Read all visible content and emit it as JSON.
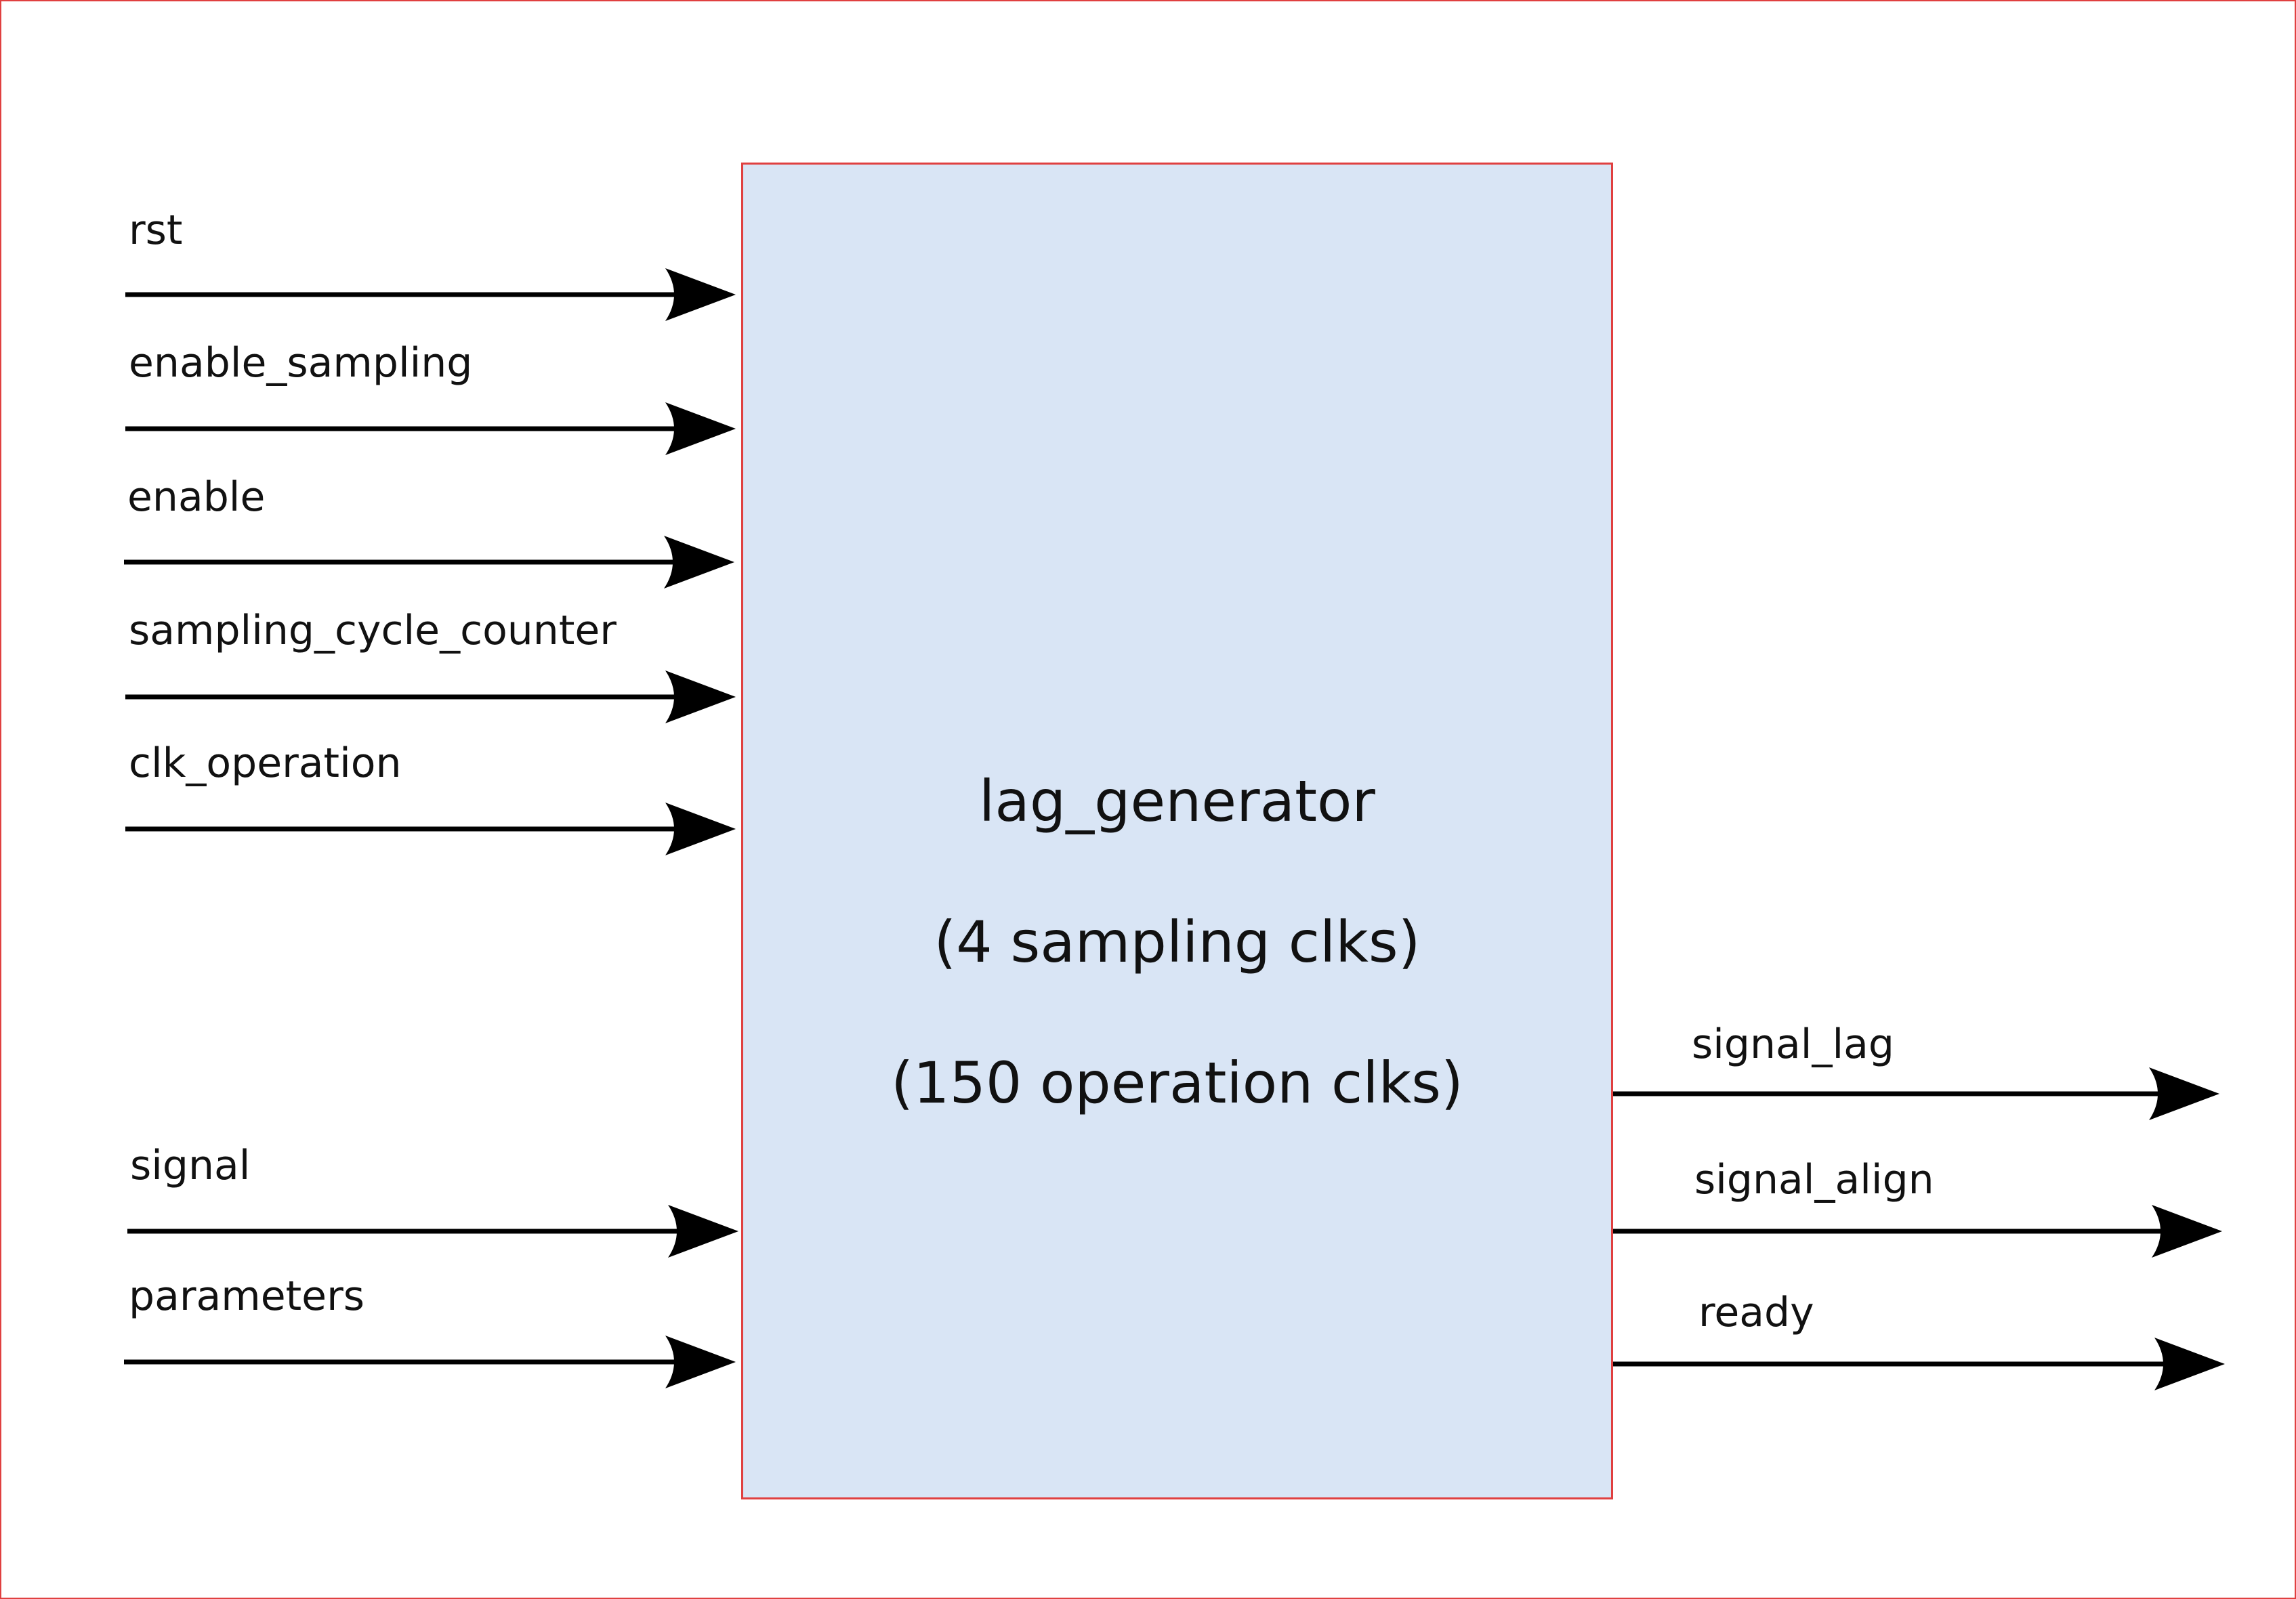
{
  "colors": {
    "block_fill": "#d9e5f5",
    "block_border": "#e04040",
    "frame_border": "#e04040",
    "line": "#000000",
    "text": "#111111"
  },
  "block": {
    "name": "lag_generator",
    "line2": "(4 sampling clks)",
    "line3": "(150 operation clks)"
  },
  "inputs": [
    {
      "label": "rst"
    },
    {
      "label": "enable_sampling"
    },
    {
      "label": "enable"
    },
    {
      "label": "sampling_cycle_counter"
    },
    {
      "label": "clk_operation"
    },
    {
      "label": "signal"
    },
    {
      "label": "parameters"
    }
  ],
  "outputs": [
    {
      "label": "signal_lag"
    },
    {
      "label": "signal_align"
    },
    {
      "label": "ready"
    }
  ]
}
